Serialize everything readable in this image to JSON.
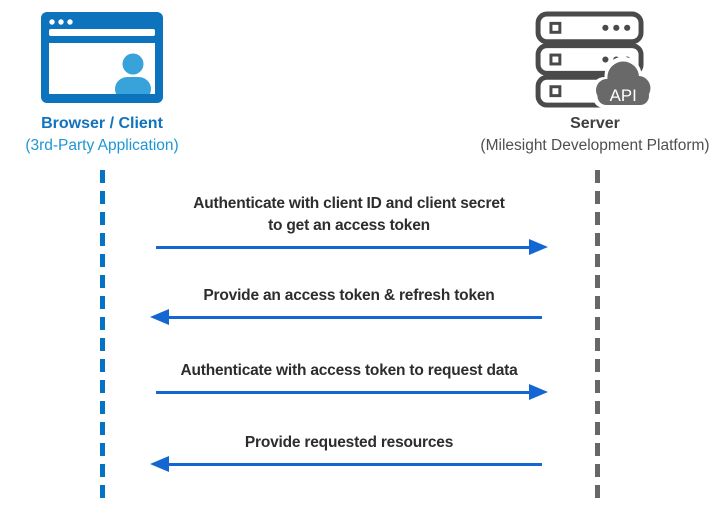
{
  "diagram": {
    "type": "sequence-diagram",
    "actors": [
      {
        "id": "client",
        "title": "Browser / Client",
        "subtitle": "(3rd-Party Application)",
        "icon": "browser-icon"
      },
      {
        "id": "server",
        "title": "Server",
        "subtitle": "(Milesight Development Platform)",
        "icon": "server-icon",
        "badge": "API"
      }
    ],
    "messages": [
      {
        "from": "client",
        "to": "server",
        "direction": "right",
        "lines": [
          "Authenticate with client ID and client secret",
          "to get an access token"
        ]
      },
      {
        "from": "server",
        "to": "client",
        "direction": "left",
        "lines": [
          "Provide an access token & refresh token"
        ]
      },
      {
        "from": "client",
        "to": "server",
        "direction": "right",
        "lines": [
          "Authenticate with access token to request data"
        ]
      },
      {
        "from": "server",
        "to": "client",
        "direction": "left",
        "lines": [
          "Provide requested resources"
        ]
      }
    ],
    "colors": {
      "arrow_blue": "#1467d2",
      "lifeline_client_blue": "#0473c6",
      "lifeline_server_gray": "#676767",
      "client_icon_blue": "#0e73bd",
      "client_person_blue": "#38a3db",
      "client_title_blue": "#1173bd",
      "client_subtitle_blue": "#1e96d6",
      "server_icon_gray": "#4a4a4a",
      "api_cloud_gray": "#696969",
      "message_text": "#2d2d2d"
    }
  }
}
